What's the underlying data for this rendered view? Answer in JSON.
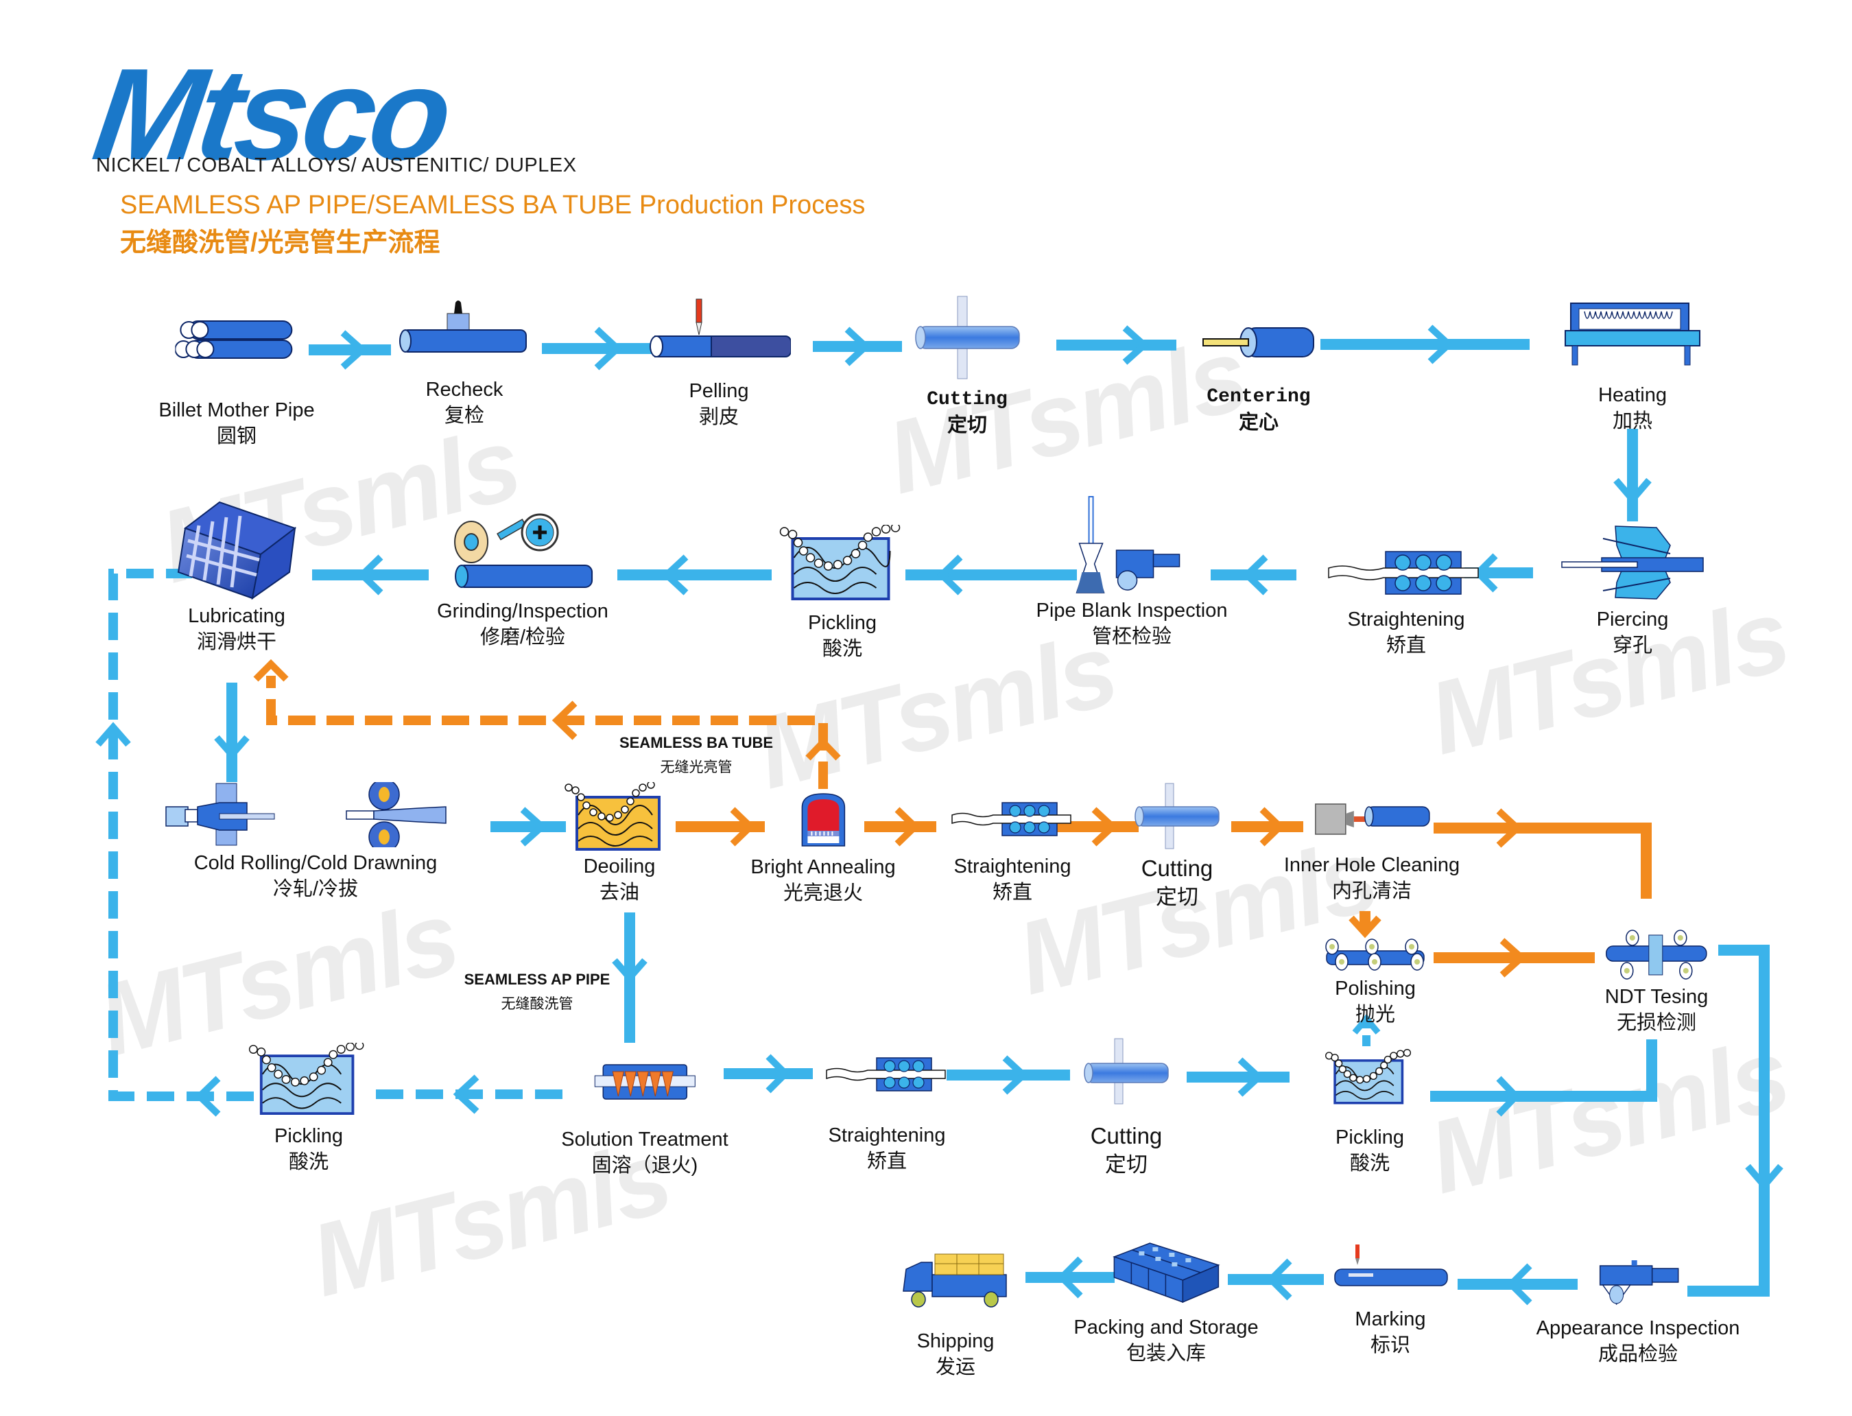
{
  "header": {
    "logo_text": "Mtsco",
    "tagline": "NICKEL / COBALT ALLOYS/ AUSTENITIC/ DUPLEX",
    "title_en": "SEAMLESS AP PIPE/SEAMLESS BA TUBE Production Process",
    "title_zh": "无缝酸洗管/光亮管生产流程"
  },
  "watermark": "MTsmls",
  "colors": {
    "flow_blue": "#3bb3ea",
    "flow_orange": "#f28a1e",
    "icon_blue": "#2f6fd8",
    "title_orange": "#e88a12",
    "logo_blue": "#1a78c9"
  },
  "branches": {
    "ba_tube": {
      "en": "SEAMLESS BA TUBE",
      "zh": "无缝光亮管"
    },
    "ap_pipe": {
      "en": "SEAMLESS AP PIPE",
      "zh": "无缝酸洗管"
    }
  },
  "steps": {
    "billet": {
      "en": "Billet Mother Pipe",
      "zh": "圆钢"
    },
    "recheck": {
      "en": "Recheck",
      "zh": "复检"
    },
    "pelling": {
      "en": "Pelling",
      "zh": "剥皮"
    },
    "cutting1": {
      "en": "Cutting",
      "zh": "定切"
    },
    "centering": {
      "en": "Centering",
      "zh": "定心"
    },
    "heating": {
      "en": "Heating",
      "zh": "加热"
    },
    "piercing": {
      "en": "Piercing",
      "zh": "穿孔"
    },
    "straightening1": {
      "en": "Straightening",
      "zh": "矫直"
    },
    "blank_inspection": {
      "en": "Pipe Blank Inspection",
      "zh": "管柸检验"
    },
    "pickling1": {
      "en": "Pickling",
      "zh": "酸洗"
    },
    "grinding": {
      "en": "Grinding/Inspection",
      "zh": "修磨/检验"
    },
    "lubricating": {
      "en": "Lubricating",
      "zh": "润滑烘干"
    },
    "cold_rolling": {
      "en": "Cold Rolling/Cold Drawning",
      "zh": "冷轧/冷拔"
    },
    "deoiling": {
      "en": "Deoiling",
      "zh": "去油"
    },
    "bright_annealing": {
      "en": "Bright Annealing",
      "zh": "光亮退火"
    },
    "straightening2": {
      "en": "Straightening",
      "zh": "矫直"
    },
    "cutting2": {
      "en": "Cutting",
      "zh": "定切"
    },
    "inner_hole": {
      "en": "Inner Hole Cleaning",
      "zh": "内孔清洁"
    },
    "polishing": {
      "en": "Polishing",
      "zh": "抛光"
    },
    "ndt": {
      "en": "NDT Tesing",
      "zh": "无损检测"
    },
    "pickling2": {
      "en": "Pickling",
      "zh": "酸洗"
    },
    "solution": {
      "en": "Solution Treatment",
      "zh": "固溶（退火)"
    },
    "straightening3": {
      "en": "Straightening",
      "zh": "矫直"
    },
    "cutting3": {
      "en": "Cutting",
      "zh": "定切"
    },
    "pickling3": {
      "en": "Pickling",
      "zh": "酸洗"
    },
    "appearance": {
      "en": "Appearance Inspection",
      "zh": "成品检验"
    },
    "marking": {
      "en": "Marking",
      "zh": "标识"
    },
    "packing": {
      "en": "Packing and Storage",
      "zh": "包装入库"
    },
    "shipping": {
      "en": "Shipping",
      "zh": "发运"
    }
  }
}
